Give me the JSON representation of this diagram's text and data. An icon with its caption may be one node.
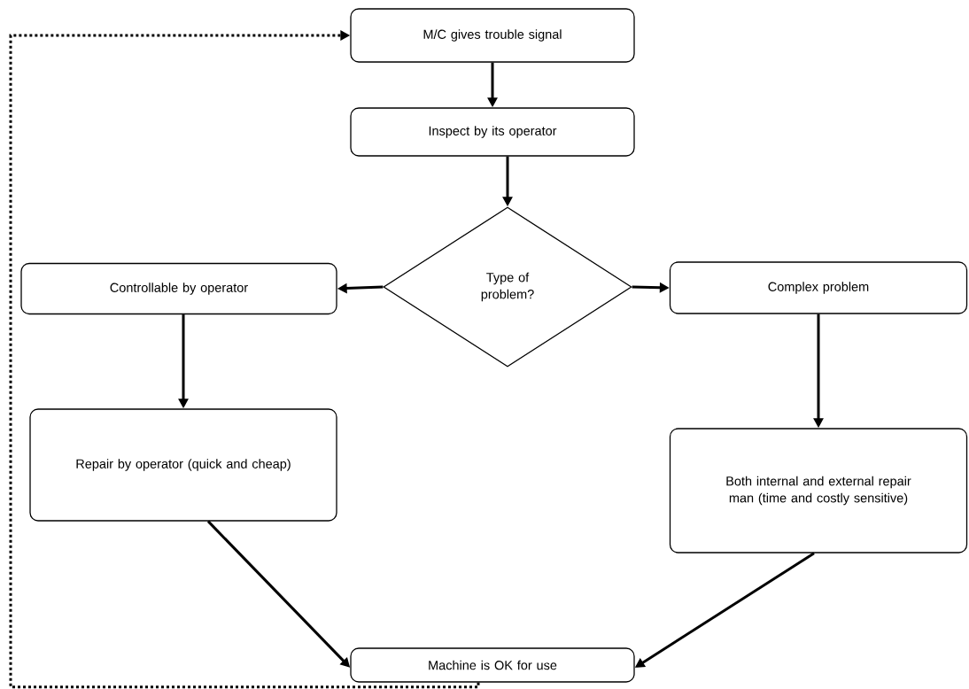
{
  "diagram": {
    "nodes": [
      {
        "text": [
          "M/C gives trouble signal"
        ]
      },
      {
        "text": [
          "Inspect by its operator"
        ]
      },
      {
        "text": [
          "Type of problem?"
        ]
      },
      {
        "text": [
          "Controllable by operator"
        ]
      },
      {
        "text": [
          "Complex problem"
        ]
      },
      {
        "text": [
          "Repair by operator (quick and cheap)"
        ]
      },
      {
        "text": [
          "Both internal and external repair man (time and costly sensitive)"
        ]
      },
      {
        "text": [
          "Machine is OK for use"
        ]
      }
    ],
    "edges": [
      {
        "from": 0,
        "to": 1,
        "arrow": "to"
      },
      {
        "from": 1,
        "to": 2,
        "arrow": "to"
      },
      {
        "from": 2,
        "to": 3,
        "arrow": "to"
      },
      {
        "from": 2,
        "to": 4,
        "arrow": "to"
      },
      {
        "from": 3,
        "to": 5,
        "arrow": "to"
      },
      {
        "from": 4,
        "to": 6,
        "arrow": "to"
      },
      {
        "from": 5,
        "to": 7,
        "arrow": "to"
      },
      {
        "from": 6,
        "to": 7,
        "arrow": "to"
      },
      {
        "from": 7,
        "to": 0,
        "arrow": "to",
        "style": "dashed"
      }
    ]
  }
}
